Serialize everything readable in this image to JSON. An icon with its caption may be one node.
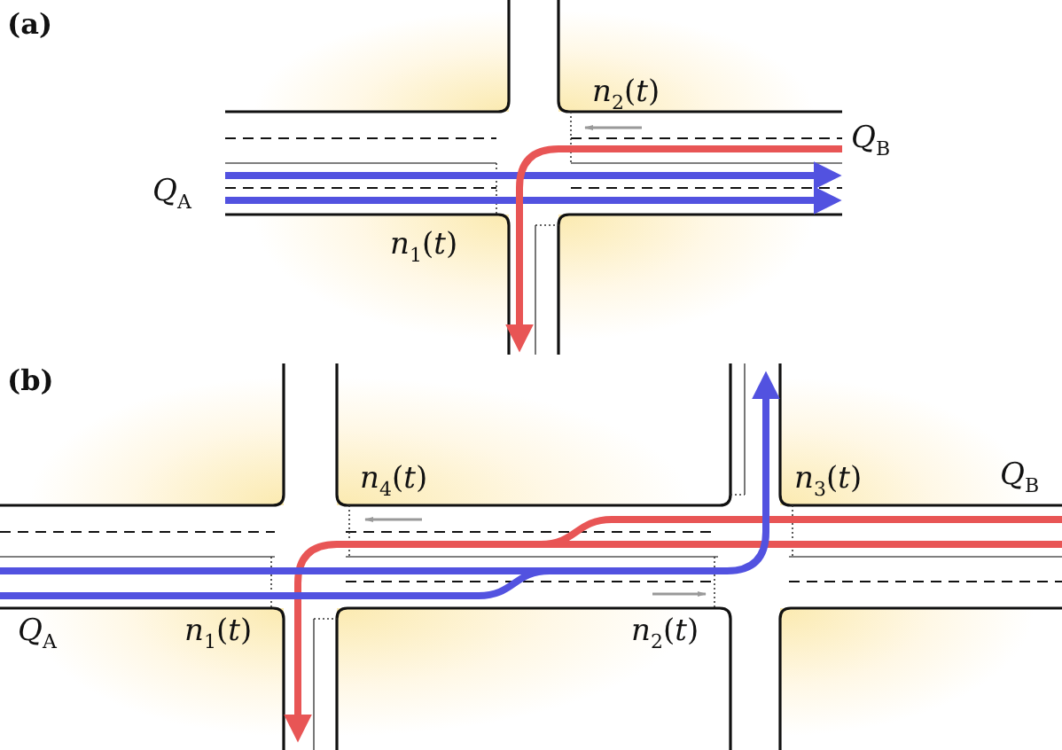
{
  "diagram": {
    "labels": [
      "(a)",
      "*n*$_{2}$(*t*)",
      "*Q*$_{B}$",
      "*Q*$_{A}$",
      "*n*$_{1}$(*t*)",
      "(b)",
      "*n*$_{4}$(*t*)",
      "*n*$_{3}$(*t*)",
      "*Q*$_{B}$",
      "*Q*$_{A}$",
      "*n*$_{1}$(*t*)",
      "*n*$_{2}$(*t*)"
    ]
  }
}
